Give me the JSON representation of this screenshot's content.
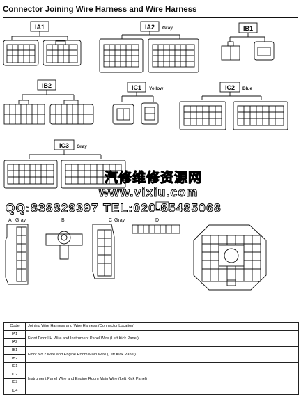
{
  "title": "Connector Joining Wire Harness and Wire Harness",
  "connectors": {
    "IA1": {
      "label": "IA1",
      "color": ""
    },
    "IA2": {
      "label": "IA2",
      "color": "Gray"
    },
    "IB1": {
      "label": "IB1",
      "color": ""
    },
    "IB2": {
      "label": "IB2",
      "color": ""
    },
    "IC1": {
      "label": "IC1",
      "color": "Yellow"
    },
    "IC2": {
      "label": "IC2",
      "color": "Blue"
    },
    "IC3": {
      "label": "IC3",
      "color": "Gray"
    },
    "A": {
      "label": "A",
      "color": "Gray"
    },
    "B": {
      "label": "B",
      "color": ""
    },
    "C": {
      "label": "C",
      "color": "Gray"
    },
    "D": {
      "label": "D",
      "color": ""
    },
    "E": {
      "label": "E",
      "color": ""
    }
  },
  "watermark": {
    "line1": "汽修维修资源网",
    "line2": "www.vixiu.com",
    "line3": "QQ:838829397 TEL:020-85485068"
  },
  "table": {
    "header": {
      "code": "Code",
      "location": "Joining Wire Harness and Wire Harness (Connector Location)"
    },
    "rows": [
      {
        "code": "IA1",
        "location": "Front Door LH Wire and Instrument Panel Wire (Left Kick Panel)"
      },
      {
        "code": "IA2",
        "location": ""
      },
      {
        "code": "IB1",
        "location": "Floor No.2 Wire and Engine Room Main Wire (Left Kick Panel)"
      },
      {
        "code": "IB2",
        "location": ""
      },
      {
        "code": "IC1",
        "location": "Instrument Panel Wire and Engine Room Main Wire (Left Kick Panel)"
      },
      {
        "code": "IC2",
        "location": ""
      },
      {
        "code": "IC3",
        "location": ""
      },
      {
        "code": "IC4",
        "location": ""
      }
    ]
  }
}
